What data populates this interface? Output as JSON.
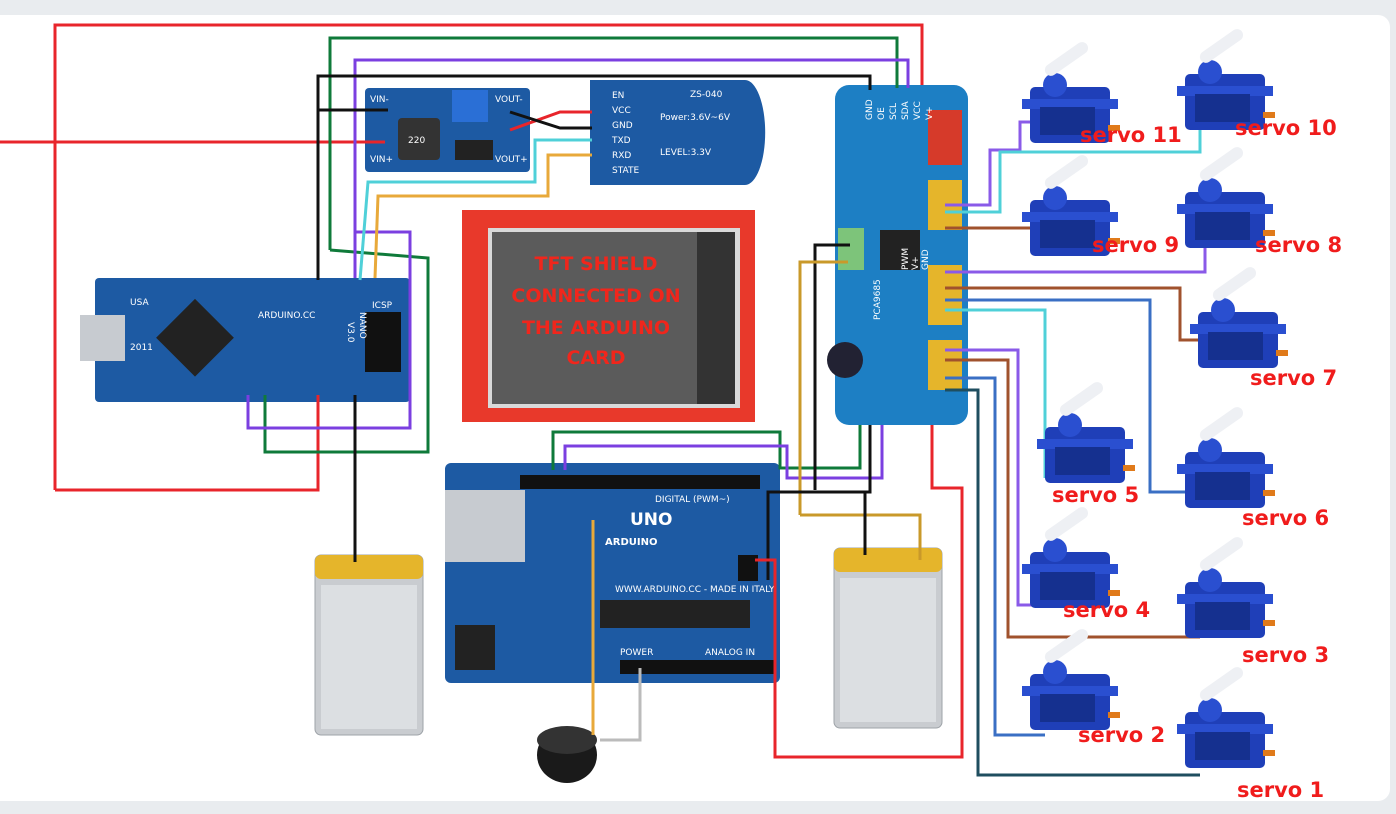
{
  "colors": {
    "background": "#e9ecef",
    "board_blue": "#1d5aa3",
    "tft_red": "#e8392b",
    "label_red": "#f01c1c"
  },
  "tft_shield": {
    "lines": [
      "TFT SHIELD",
      "CONNECTED ON",
      "THE ARDUINO",
      "CARD"
    ]
  },
  "arduino_uno": {
    "brand": "ARDUINO",
    "model": "UNO",
    "digital": "DIGITAL (PWM~)",
    "power": "POWER",
    "analog": "ANALOG IN",
    "site": "WWW.ARDUINO.CC - MADE IN ITALY"
  },
  "arduino_nano": {
    "brand": "ARDUINO.CC",
    "model": "NANO",
    "version": "V3.0",
    "year": "2011",
    "country": "USA",
    "icsp": "ICSP"
  },
  "bluetooth_module": {
    "model": "ZS-040",
    "power": "Power:3.6V~6V",
    "level": "LEVEL:3.3V",
    "pins": [
      "EN",
      "VCC",
      "GND",
      "TXD",
      "RXD",
      "STATE"
    ]
  },
  "boost_converter": {
    "pins": [
      "VIN-",
      "VIN+",
      "VOUT-",
      "VOUT+"
    ],
    "inductor": "220"
  },
  "pwm_driver": {
    "model": "PCA9685",
    "pins": [
      "GND",
      "OE",
      "SCL",
      "SDA",
      "VCC",
      "V+"
    ],
    "labels": [
      "PWM",
      "V+",
      "GND"
    ]
  },
  "servos": [
    {
      "label": "servo 11"
    },
    {
      "label": "servo 10"
    },
    {
      "label": "servo 9"
    },
    {
      "label": "servo 8"
    },
    {
      "label": "servo 7"
    },
    {
      "label": "servo 5"
    },
    {
      "label": "servo 6"
    },
    {
      "label": "servo 4"
    },
    {
      "label": "servo 3"
    },
    {
      "label": "servo 2"
    },
    {
      "label": "servo 1"
    }
  ]
}
